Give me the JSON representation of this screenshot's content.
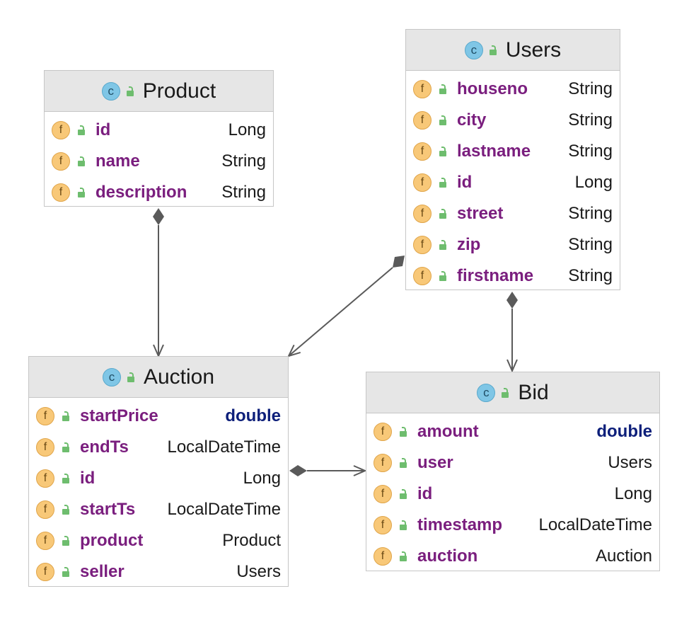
{
  "diagram": {
    "colors": {
      "header_bg": "#e6e6e6",
      "border": "#c6c6c6",
      "field_name": "#7a1e7e",
      "primitive_type": "#0d1f7a",
      "class_icon": "#7fc6e6",
      "field_icon": "#f8c878",
      "visibility_icon": "#6ebd6e",
      "edge": "#5a5a5a"
    },
    "icons": {
      "class_icon_glyph": "c",
      "field_icon_glyph": "f"
    },
    "classes": {
      "product": {
        "name": "Product",
        "fields": [
          {
            "name": "id",
            "type": "Long"
          },
          {
            "name": "name",
            "type": "String"
          },
          {
            "name": "description",
            "type": "String"
          }
        ]
      },
      "users": {
        "name": "Users",
        "fields": [
          {
            "name": "houseno",
            "type": "String"
          },
          {
            "name": "city",
            "type": "String"
          },
          {
            "name": "lastname",
            "type": "String"
          },
          {
            "name": "id",
            "type": "Long"
          },
          {
            "name": "street",
            "type": "String"
          },
          {
            "name": "zip",
            "type": "String"
          },
          {
            "name": "firstname",
            "type": "String"
          }
        ]
      },
      "auction": {
        "name": "Auction",
        "fields": [
          {
            "name": "startPrice",
            "type": "double"
          },
          {
            "name": "endTs",
            "type": "LocalDateTime"
          },
          {
            "name": "id",
            "type": "Long"
          },
          {
            "name": "startTs",
            "type": "LocalDateTime"
          },
          {
            "name": "product",
            "type": "Product"
          },
          {
            "name": "seller",
            "type": "Users"
          }
        ]
      },
      "bid": {
        "name": "Bid",
        "fields": [
          {
            "name": "amount",
            "type": "double"
          },
          {
            "name": "user",
            "type": "Users"
          },
          {
            "name": "id",
            "type": "Long"
          },
          {
            "name": "timestamp",
            "type": "LocalDateTime"
          },
          {
            "name": "auction",
            "type": "Auction"
          }
        ]
      }
    }
  }
}
